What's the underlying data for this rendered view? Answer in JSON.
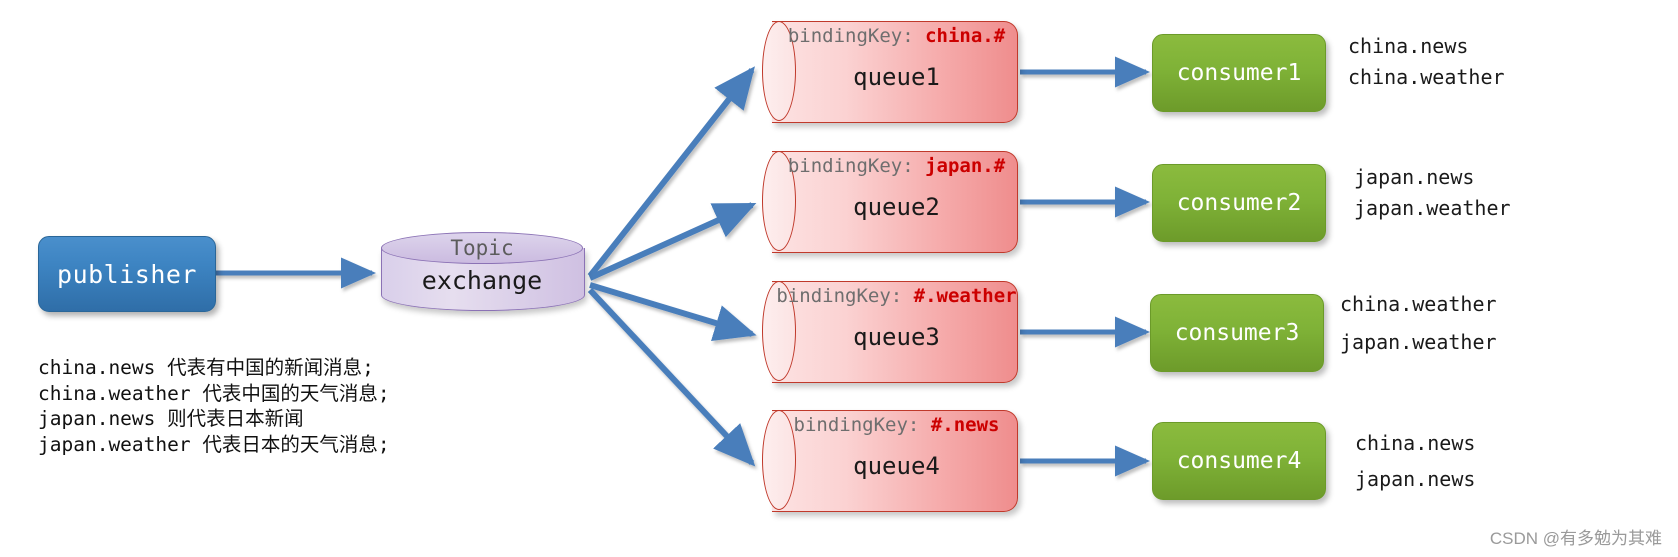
{
  "publisher": {
    "label": "publisher",
    "color": "#3d84c2"
  },
  "exchange": {
    "type_label": "Topic",
    "label": "exchange",
    "color": "#cfc0e2"
  },
  "queues": [
    {
      "binding_prefix": "bindingKey: ",
      "binding_key": "china.#",
      "name": "queue1",
      "consumer": "consumer1",
      "routes": [
        "china.news",
        "china.weather"
      ]
    },
    {
      "binding_prefix": "bindingKey: ",
      "binding_key": "japan.#",
      "name": "queue2",
      "consumer": "consumer2",
      "routes": [
        "japan.news",
        "japan.weather"
      ]
    },
    {
      "binding_prefix": "bindingKey: ",
      "binding_key": "#.weather",
      "name": "queue3",
      "consumer": "consumer3",
      "routes": [
        "china.weather",
        "japan.weather"
      ]
    },
    {
      "binding_prefix": "bindingKey: ",
      "binding_key": "#.news",
      "name": "queue4",
      "consumer": "consumer4",
      "routes": [
        "china.news",
        "japan.news"
      ]
    }
  ],
  "legend": {
    "lines": [
      "china.news 代表有中国的新闻消息;",
      "china.weather 代表中国的天气消息;",
      "japan.news 则代表日本新闻",
      "japan.weather 代表日本的天气消息;"
    ]
  },
  "watermark": "CSDN @有多勉为其难",
  "colors": {
    "queue_border": "#c0392b",
    "binding_key_text": "#cc0000",
    "arrow": "#4a7ebb",
    "consumer": "#7fb237"
  }
}
